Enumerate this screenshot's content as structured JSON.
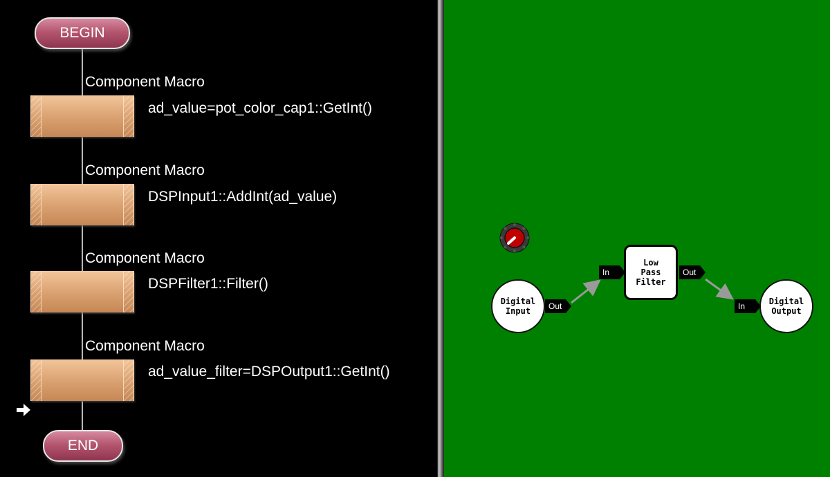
{
  "flowchart": {
    "begin_label": "BEGIN",
    "end_label": "END",
    "macros": [
      {
        "title": "Component Macro",
        "code": "ad_value=pot_color_cap1::GetInt()"
      },
      {
        "title": "Component Macro",
        "code": "DSPInput1::AddInt(ad_value)"
      },
      {
        "title": "Component Macro",
        "code": "DSPFilter1::Filter()"
      },
      {
        "title": "Component Macro",
        "code": "ad_value_filter=DSPOutput1::GetInt()"
      }
    ]
  },
  "canvas": {
    "background_color": "#008000",
    "knob_icon": "potentiometer-knob-icon",
    "digital_input": {
      "label": "Digital\nInput",
      "out_pin": "Out"
    },
    "filter": {
      "label": "Low\nPass\nFilter",
      "in_pin": "In",
      "out_pin": "Out"
    },
    "digital_output": {
      "label": "Digital\nOutput",
      "in_pin": "In"
    }
  }
}
